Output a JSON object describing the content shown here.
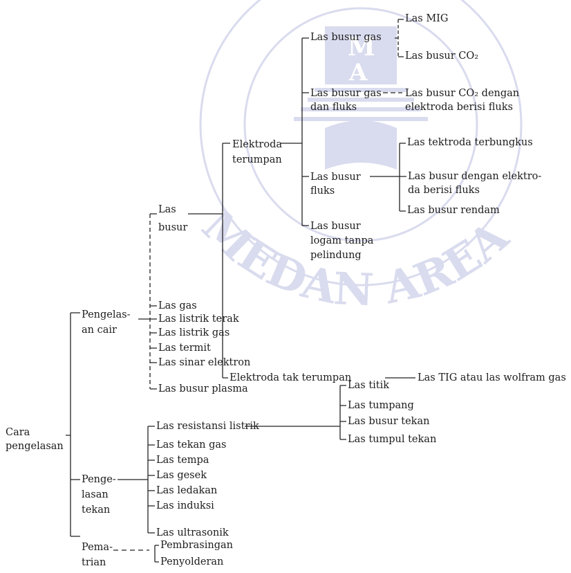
{
  "watermark": {
    "logo_letters": [
      "M",
      "A"
    ],
    "arc_text": "MEDAN AREA",
    "color": "#d9dbee"
  },
  "tree": {
    "root": "Cara pengelasan",
    "pengelasan_cair": {
      "label": "Pengelas-an cair",
      "las_busur": {
        "label": "Las busur",
        "elektroda_terumpan": {
          "label": "Elektroda terumpan",
          "busur_gas": {
            "label": "Las busur gas",
            "children": [
              "Las MIG",
              "Las busur CO₂"
            ]
          },
          "busur_gas_fluks": {
            "label": "Las busur gas dan fluks",
            "child": "Las busur CO₂ dengan elektroda berisi fluks"
          },
          "busur_fluks": {
            "label": "Las busur fluks",
            "children": [
              "Las tektroda terbungkus",
              "Las busur dengan elektro-da berisi fluks",
              "Las busur rendam"
            ]
          },
          "busur_logam": {
            "label": "Las busur logam tanpa pelindung"
          }
        },
        "elektroda_tak_terumpan": {
          "label": "Elektroda tak terumpan",
          "child": "Las TIG atau las wolfram gas"
        }
      },
      "others": [
        "Las gas",
        "Las listrik terak",
        "Las listrik gas",
        "Las termit",
        "Las sinar elektron",
        "Las busur plasma"
      ]
    },
    "pengelasan_tekan": {
      "label": "Penge-lasan tekan",
      "resistansi": {
        "label": "Las resistansi listrik",
        "children": [
          "Las titik",
          "Las tumpang",
          "Las busur tekan",
          "Las tumpul tekan"
        ]
      },
      "others": [
        "Las tekan gas",
        "Las tempa",
        "Las gesek",
        "Las ledakan",
        "Las induksi",
        "Las ultrasonik"
      ]
    },
    "pematrian": {
      "label": "Pema-trian",
      "children": [
        "Pembrasingan",
        "Penyolderan"
      ]
    }
  }
}
